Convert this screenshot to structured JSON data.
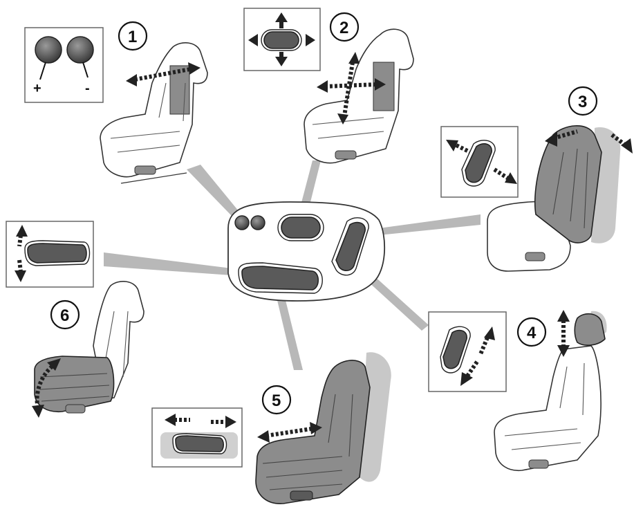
{
  "callouts": [
    "1",
    "2",
    "3",
    "4",
    "5",
    "6"
  ],
  "lumbar_labels": {
    "plus": "+",
    "minus": "-"
  },
  "colors": {
    "shaded": "#8c8c8c",
    "switch": "#5a5a5a",
    "beam": "#b8b8b8",
    "ghost": "#c8c8c8"
  }
}
